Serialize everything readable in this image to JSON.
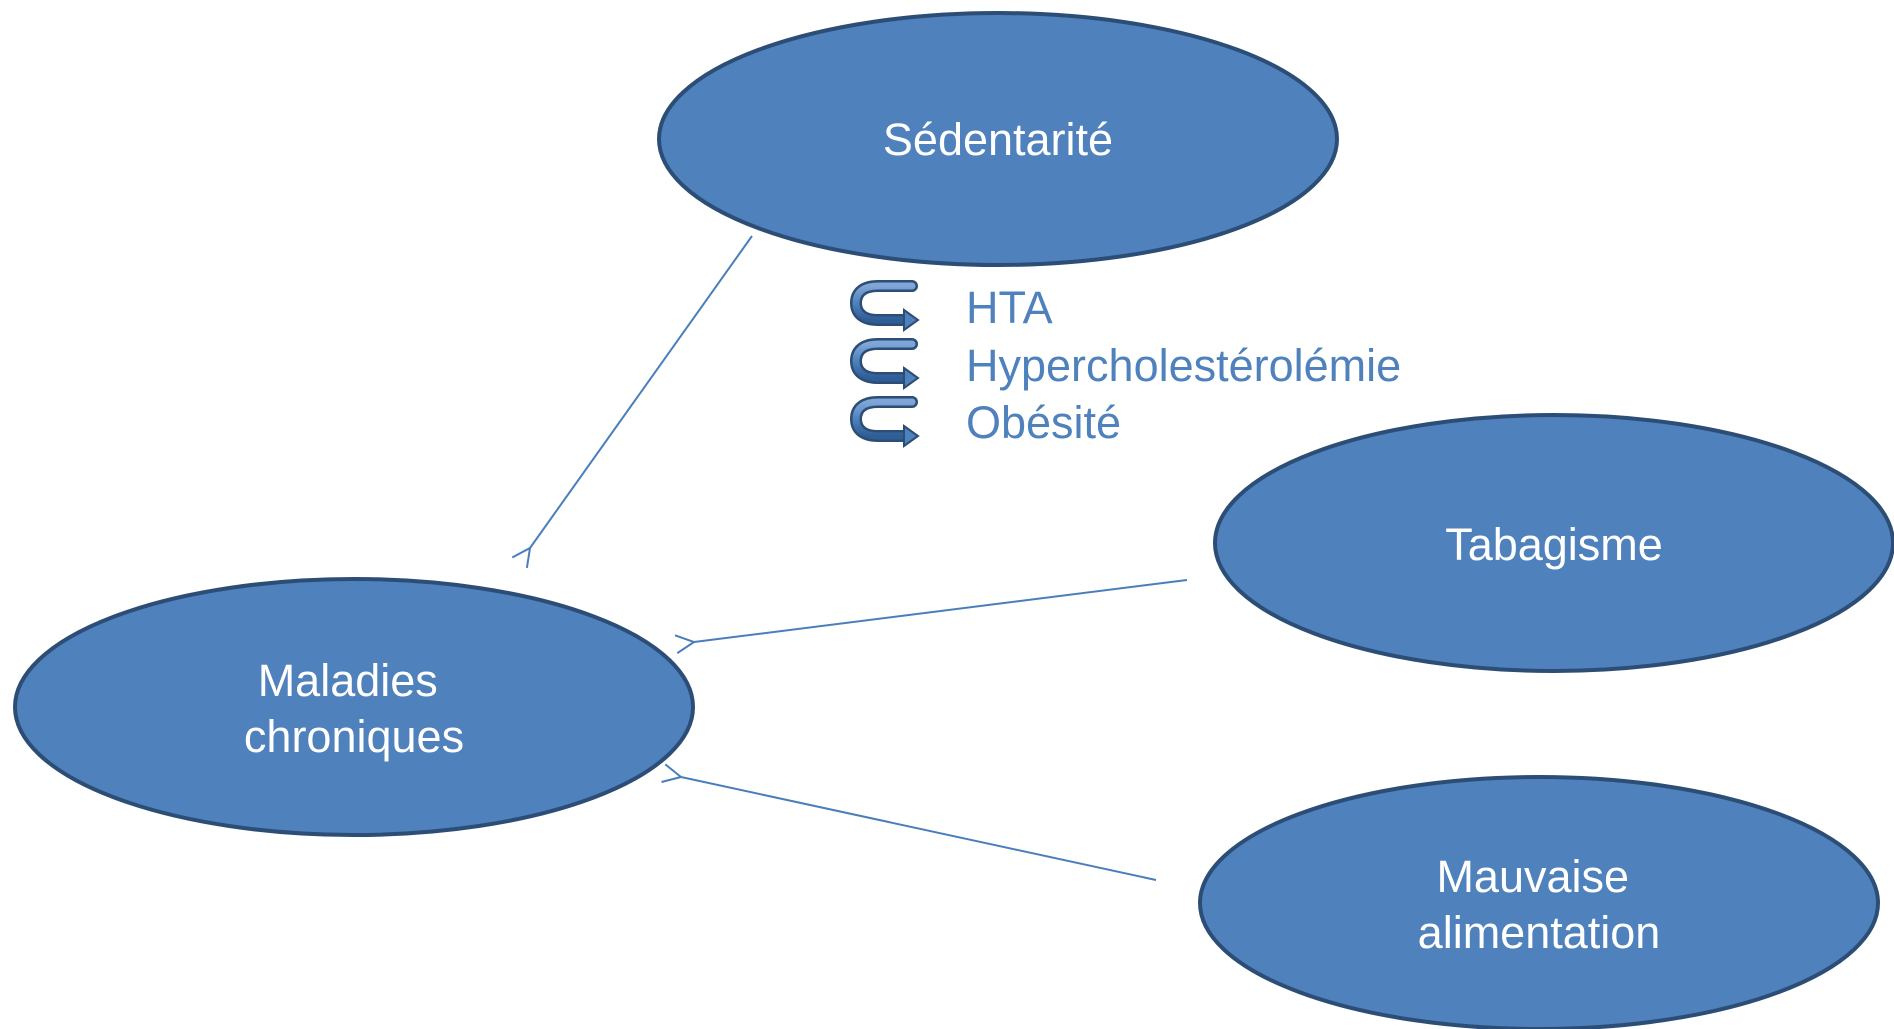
{
  "colors": {
    "node_fill": "#4f81bd",
    "node_stroke": "#2c4d75",
    "connector": "#4a7ebb",
    "list_text": "#4f81bd",
    "bullet_icon": "#4f81bd",
    "node_text": "#ffffff"
  },
  "nodes": {
    "sedentarite": {
      "lines": [
        "Sédentarité"
      ]
    },
    "maladies": {
      "lines": [
        "Maladies",
        "chroniques"
      ]
    },
    "tabagisme": {
      "lines": [
        "Tabagisme"
      ]
    },
    "alimentation": {
      "lines": [
        "Mauvaise",
        "alimentation"
      ]
    }
  },
  "consequences": {
    "icon": "curved-arrow-icon",
    "items": [
      "HTA",
      "Hypercholestérolémie",
      "Obésité"
    ]
  },
  "connections": [
    {
      "from": "sedentarite",
      "to": "maladies"
    },
    {
      "from": "tabagisme",
      "to": "maladies"
    },
    {
      "from": "alimentation",
      "to": "maladies"
    }
  ]
}
